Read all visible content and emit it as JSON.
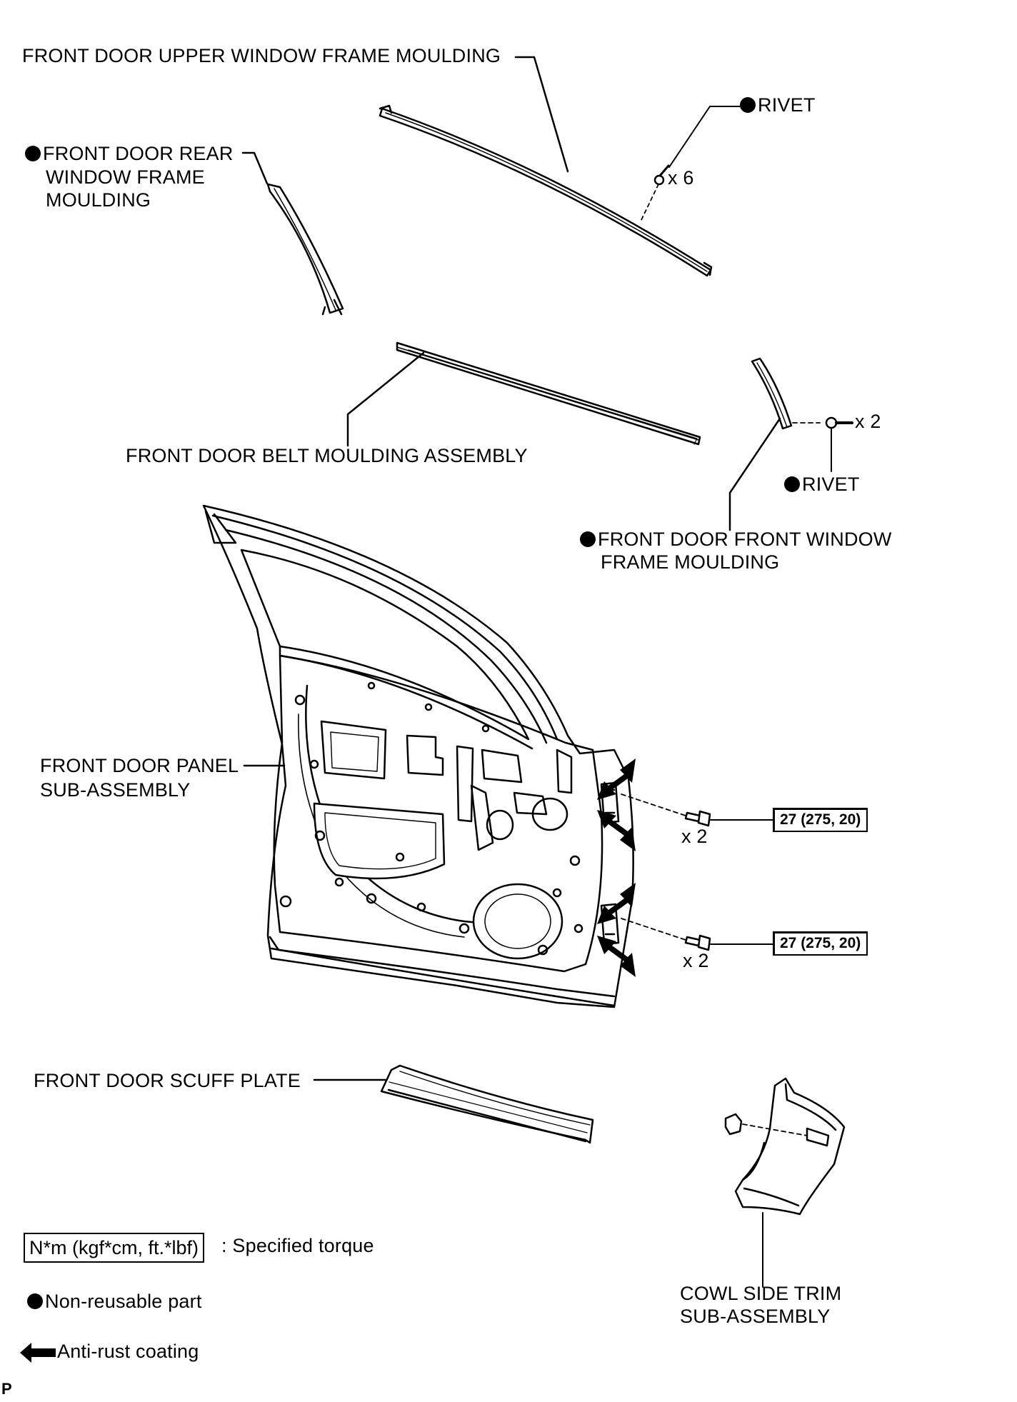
{
  "labels": {
    "upper_moulding": "FRONT DOOR UPPER WINDOW FRAME MOULDING",
    "rivet_top": "RIVET",
    "rivet_top_qty": "x 6",
    "rear_moulding_l1": "FRONT DOOR REAR",
    "rear_moulding_l2": "WINDOW FRAME",
    "rear_moulding_l3": "MOULDING",
    "belt_moulding": "FRONT DOOR BELT MOULDING ASSEMBLY",
    "rivet_front_qty": "x 2",
    "rivet_front": "RIVET",
    "front_moulding_l1": "FRONT DOOR FRONT WINDOW",
    "front_moulding_l2": "FRAME MOULDING",
    "door_panel_l1": "FRONT DOOR PANEL",
    "door_panel_l2": "SUB-ASSEMBLY",
    "bolt_upper_qty": "x 2",
    "bolt_lower_qty": "x 2",
    "scuff_plate": "FRONT DOOR SCUFF PLATE",
    "cowl_trim_l1": "COWL SIDE TRIM",
    "cowl_trim_l2": "SUB-ASSEMBLY",
    "page_marker": "P"
  },
  "torque": {
    "upper_hinge": "27 (275, 20)",
    "lower_hinge": "27 (275, 20)"
  },
  "legend": {
    "torque_unit": "N*m (kgf*cm, ft.*lbf)",
    "torque_desc": ": Specified torque",
    "non_reusable": "Non-reusable part",
    "anti_rust": "Anti-rust coating"
  },
  "icons": {
    "non_reusable_marker": "filled-circle-icon",
    "anti_rust_marker": "thick-arrow-icon"
  }
}
